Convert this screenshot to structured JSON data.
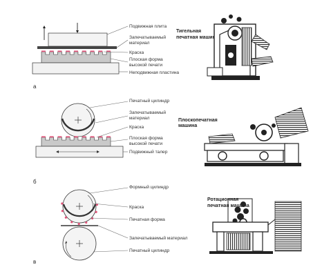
{
  "panel_a": {
    "letter": "а",
    "labels": {
      "moving_plate": "Подвижная плита",
      "material": "Запечатываемый\nматериал",
      "ink": "Краска",
      "form": "Плоская форма\nвысокой печати",
      "fixed_plate": "Неподвижная пластина"
    },
    "machine_title": "Тигельная\nпечатная машина"
  },
  "panel_b": {
    "letter": "б",
    "labels": {
      "cylinder": "Печатный цилиндр",
      "material": "Запечатываемый\nматериал",
      "ink": "Краска",
      "form": "Плоская форма\nвысокой печати",
      "table": "Подвижный талер"
    },
    "machine_title": "Плоскопечатная\nмашина"
  },
  "panel_c": {
    "letter": "в",
    "labels": {
      "form_cylinder": "Формный цилиндр",
      "ink": "Краска",
      "form": "Печатная форма",
      "material": "Запечатываемый материал",
      "print_cylinder": "Печатный цилиндр"
    },
    "machine_title": "Ротационная\nпечатная машина"
  },
  "colors": {
    "ink": "#e0557a",
    "line": "#555555",
    "form_gray": "#c9c9c9",
    "plate_light": "#f2f2f2",
    "dark": "#222222"
  }
}
